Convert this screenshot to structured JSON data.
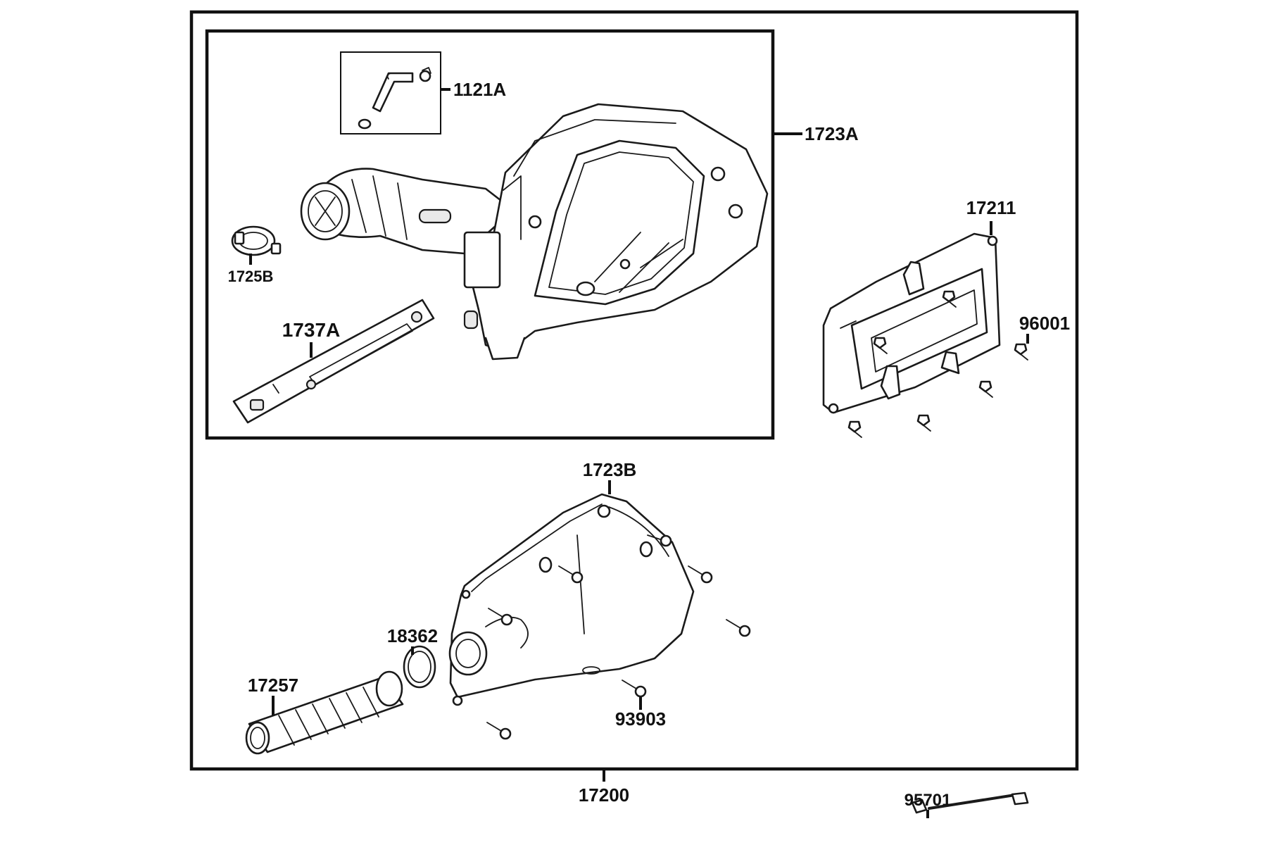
{
  "diagram": {
    "callouts": {
      "c_1121a": "1121A",
      "c_1723a": "1723A",
      "c_1725b": "1725B",
      "c_1737a": "1737A",
      "c_17211": "17211",
      "c_96001": "96001",
      "c_1723b": "1723B",
      "c_18362": "18362",
      "c_17257": "17257",
      "c_93903": "93903",
      "c_17200": "17200",
      "c_95701": "95701"
    }
  }
}
